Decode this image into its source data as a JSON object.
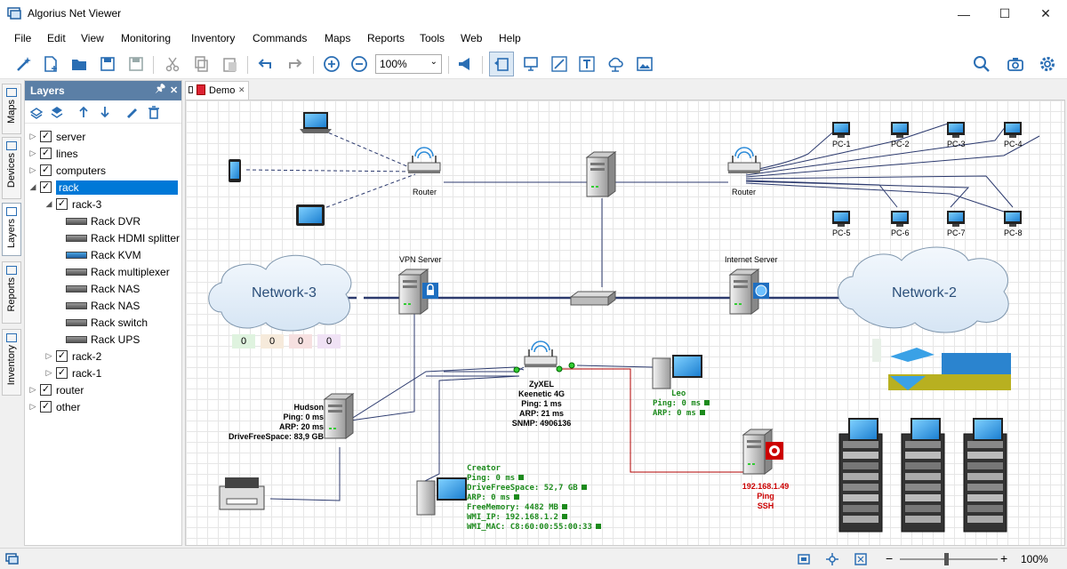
{
  "app": {
    "title": "Algorius Net Viewer"
  },
  "window": {
    "minimize": "—",
    "maximize": "☐",
    "close": "✕"
  },
  "menu": [
    "File",
    "Edit",
    "View",
    "Monitoring",
    "Inventory",
    "Commands",
    "Maps",
    "Reports",
    "Tools",
    "Web",
    "Help"
  ],
  "toolbar": {
    "zoom": "100%"
  },
  "sidetabs": [
    "Maps",
    "Devices",
    "Layers",
    "Reports",
    "Inventory"
  ],
  "panel": {
    "title": "Layers",
    "pin": "📌",
    "close": "✕"
  },
  "tree": {
    "server": "server",
    "lines": "lines",
    "computers": "computers",
    "rack": "rack",
    "rack3": "rack-3",
    "rack_items": [
      "Rack DVR",
      "Rack HDMI splitter",
      "Rack KVM",
      "Rack multiplexer",
      "Rack NAS",
      "Rack NAS",
      "Rack switch",
      "Rack UPS"
    ],
    "rack2": "rack-2",
    "rack1": "rack-1",
    "router": "router",
    "other": "other"
  },
  "doc_tab": {
    "label": "Demo",
    "close": "✕"
  },
  "map": {
    "router_left": "Router",
    "router_right": "Router",
    "pcs": [
      "PC-1",
      "PC-2",
      "PC-3",
      "PC-4",
      "PC-5",
      "PC-6",
      "PC-7",
      "PC-8"
    ],
    "vpn_server": "VPN Server",
    "internet_server": "Internet Server",
    "network3": "Network-3",
    "network2": "Network-2",
    "counters": [
      "0",
      "0",
      "0",
      "0"
    ],
    "zyxel": [
      "ZyXEL",
      "Keenetic 4G",
      "Ping: 1 ms",
      "ARP: 21 ms",
      "SNMP: 4906136"
    ],
    "hudson": [
      "Hudson",
      "Ping: 0 ms",
      "ARP: 20 ms",
      "DriveFreeSpace: 83,9 GB"
    ],
    "leo": {
      "name": "Leo",
      "lines": [
        "Ping: 0 ms",
        "ARP: 0 ms"
      ]
    },
    "creator": {
      "name": "Creator",
      "lines": [
        "Ping: 0 ms",
        "DriveFreeSpace: 52,7 GB",
        "ARP: 0 ms",
        "FreeMemory: 4482 MB",
        "WMI_IP: 192.168.1.2",
        "WMI_MAC: C8:60:00:55:00:33"
      ]
    },
    "red_server": [
      "192.168.1.49",
      "Ping",
      "SSH"
    ]
  },
  "status": {
    "zoom": "100%",
    "minus": "−",
    "plus": "+"
  },
  "colors": {
    "accent": "#0078d7",
    "panel_header": "#5b7fa6",
    "ok": "#1c8a1c",
    "alert": "#cc0000",
    "link_red": "#b00000"
  }
}
